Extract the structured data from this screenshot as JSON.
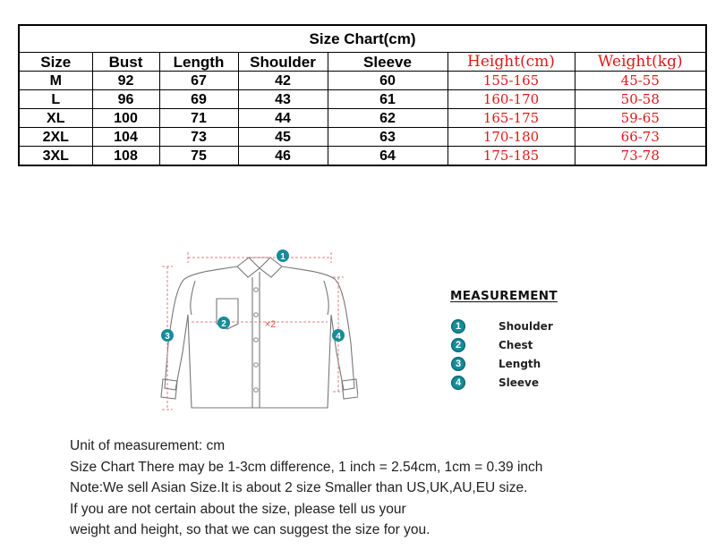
{
  "table": {
    "title": "Size Chart(cm)",
    "headers": [
      "Size",
      "Bust",
      "Length",
      "Shoulder",
      "Sleeve",
      "Height(cm)",
      "Weight(kg)"
    ],
    "rows": [
      [
        "M",
        "92",
        "67",
        "42",
        "60",
        "155-165",
        "45-55"
      ],
      [
        "L",
        "96",
        "69",
        "43",
        "61",
        "160-170",
        "50-58"
      ],
      [
        "XL",
        "100",
        "71",
        "44",
        "62",
        "165-175",
        "59-65"
      ],
      [
        "2XL",
        "104",
        "73",
        "45",
        "63",
        "170-180",
        "66-73"
      ],
      [
        "3XL",
        "108",
        "75",
        "46",
        "64",
        "175-185",
        "73-78"
      ]
    ],
    "red_color": "#e01818"
  },
  "diagram": {
    "markers": [
      "1",
      "2",
      "3",
      "4"
    ],
    "x2_label": "×2",
    "line_color": "#777777",
    "arrow_color": "#e08080",
    "badge_color": "#178c9a"
  },
  "legend": {
    "title": "MEASUREMENT",
    "items": [
      {
        "num": "1",
        "label": "Shoulder"
      },
      {
        "num": "2",
        "label": "Chest"
      },
      {
        "num": "3",
        "label": "Length"
      },
      {
        "num": "4",
        "label": "Sleeve"
      }
    ]
  },
  "notes": [
    "Unit of measurement: cm",
    "Size Chart There may be 1-3cm difference, 1 inch = 2.54cm, 1cm = 0.39 inch",
    "Note:We sell Asian Size.It is about 2 size Smaller than US,UK,AU,EU size.",
    "If you are not certain about the size, please tell us your",
    "weight and height, so that we can suggest the size for you."
  ]
}
